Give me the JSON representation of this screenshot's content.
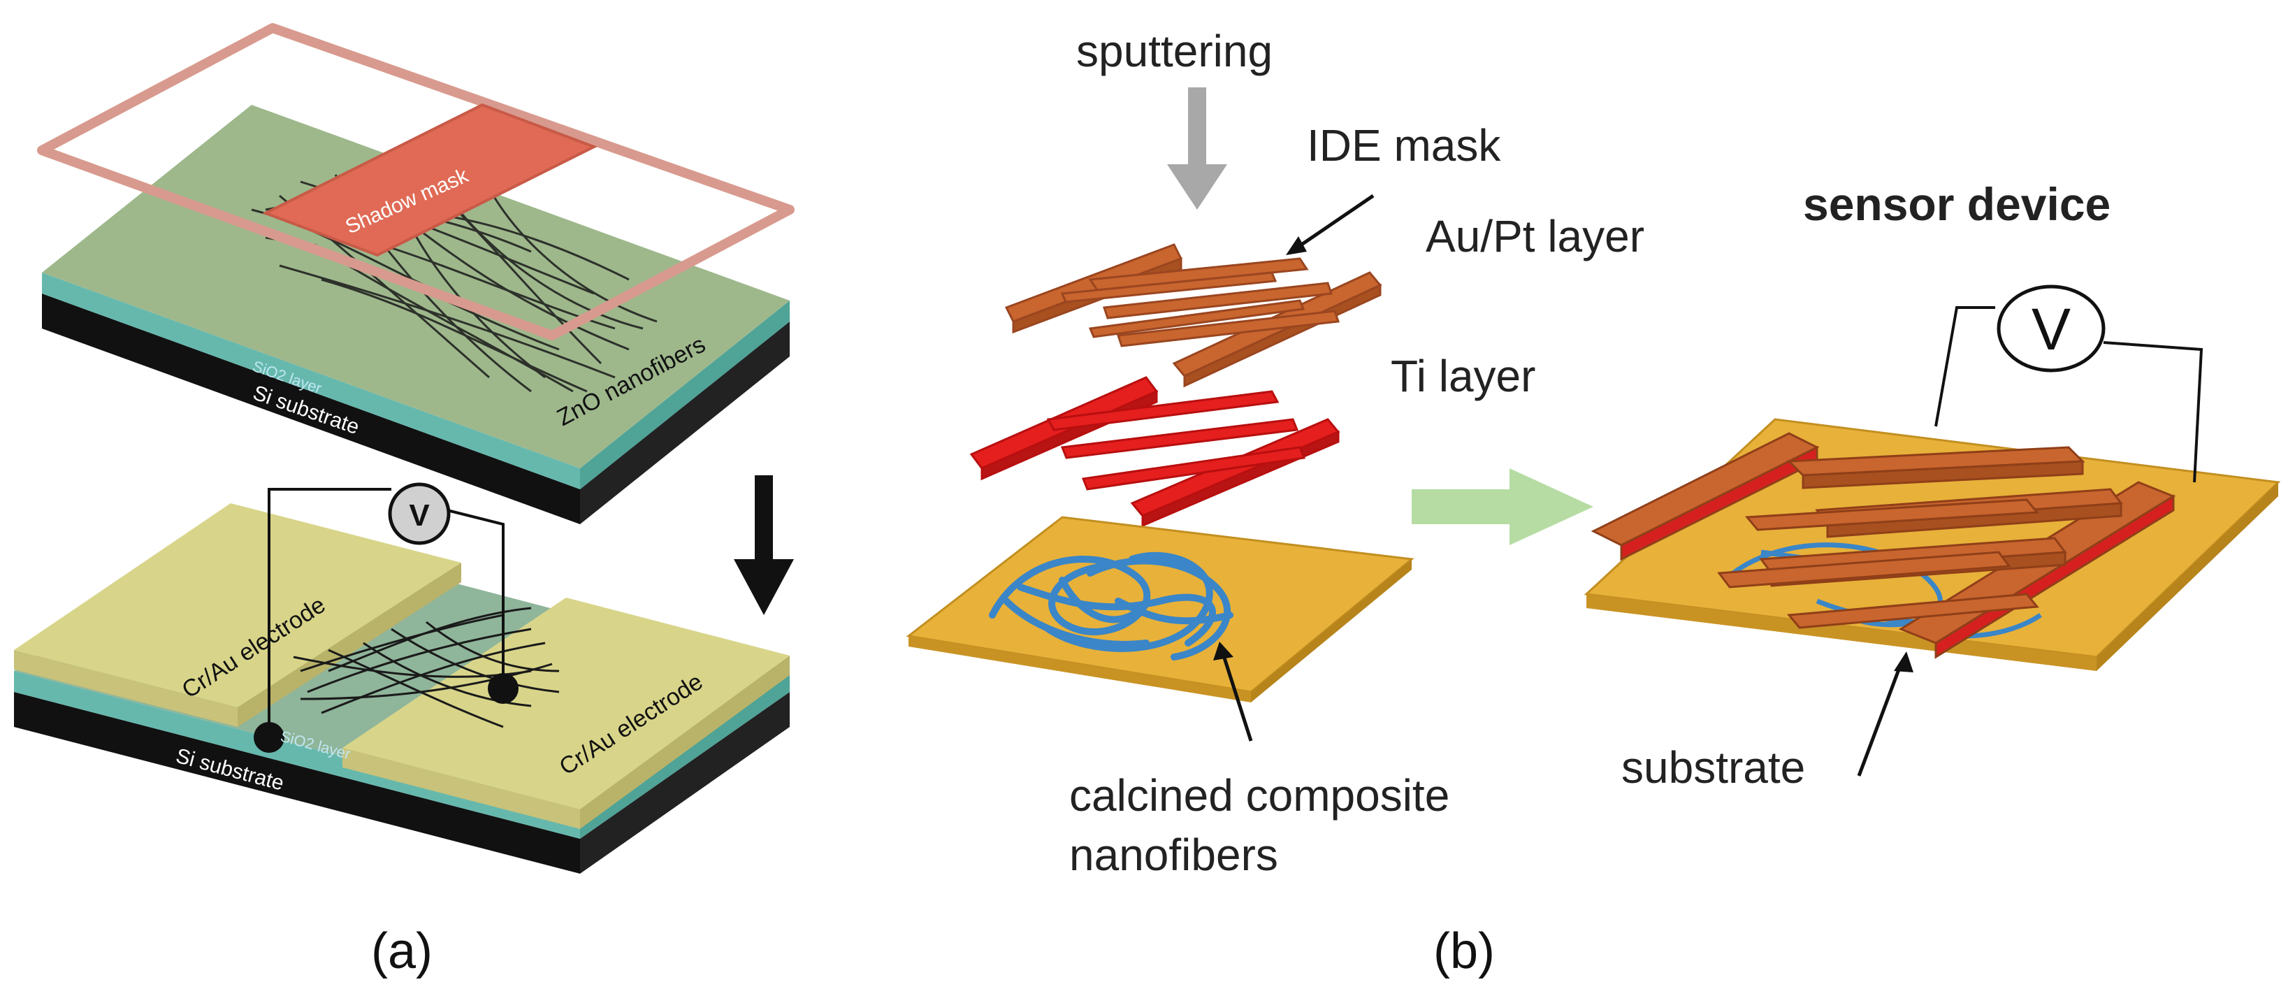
{
  "panel_a": {
    "top": {
      "shadow_mask": "Shadow mask",
      "nanofibers": "ZnO nanofibers",
      "sio2": "SiO2 layer",
      "si": "Si substrate"
    },
    "bottom": {
      "electrode_left": "Cr/Au electrode",
      "electrode_right": "Cr/Au electrode",
      "voltmeter": "V",
      "sio2": "SiO2 layer",
      "si": "Si substrate"
    },
    "caption": "(a)"
  },
  "panel_b": {
    "sputtering": "sputtering",
    "ide_mask": "IDE mask",
    "au_pt": "Au/Pt layer",
    "ti": "Ti layer",
    "nanofibers_line1": "calcined composite",
    "nanofibers_line2": "nanofibers",
    "sensor_device": "sensor device",
    "voltmeter": "V",
    "substrate": "substrate",
    "caption": "(b)"
  },
  "colors": {
    "si": "#111111",
    "sio2": "#66b8ad",
    "fiber_film": "#9eb88c",
    "mask": "#e06a55",
    "electrode": "#d8d58a",
    "au_pt": "#c9652e",
    "ti": "#e51e1e",
    "substrate": "#e8b13a",
    "fibers_blue": "#3a86c8",
    "arrow_gray": "#a8a8a8",
    "arrow_green": "#b6dca4"
  }
}
